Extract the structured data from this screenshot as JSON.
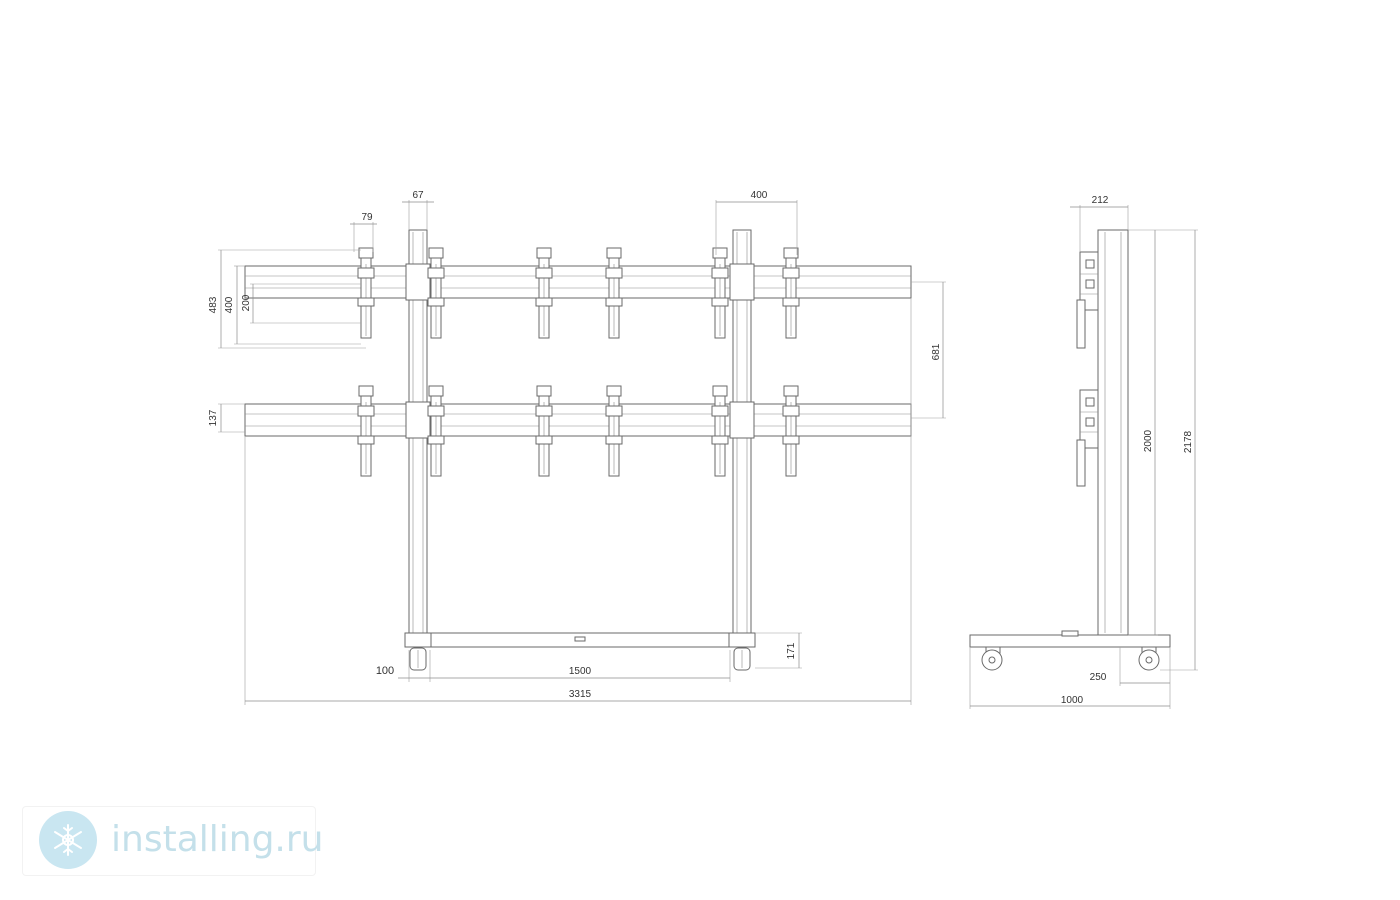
{
  "watermark": {
    "text": "installing.ru",
    "icon": "globe-snowflake-icon"
  },
  "front_view": {
    "dimensions": {
      "column_width": "67",
      "bracket_offset": "79",
      "bracket_spacing": "400",
      "height_483": "483",
      "height_400": "400",
      "height_200": "200",
      "rail_gap": "681",
      "rail_height": "137",
      "base_height": "171",
      "side_offset": "100",
      "base_span": "1500",
      "overall_width": "3315"
    }
  },
  "side_view": {
    "dimensions": {
      "depth_top": "212",
      "column_height": "2000",
      "overall_height": "2178",
      "wheel_offset": "250",
      "base_depth": "1000"
    }
  },
  "colors": {
    "line": "#6a6a6a",
    "dimension": "#8c8c8c",
    "text": "#333333",
    "watermark": "#c4e0ea"
  }
}
